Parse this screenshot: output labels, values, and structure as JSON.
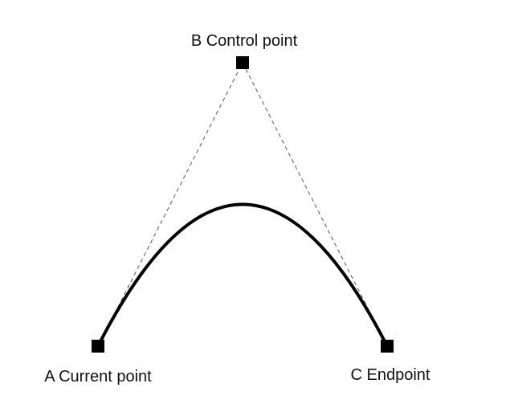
{
  "diagram": {
    "points": {
      "a": {
        "label": "A Current point"
      },
      "b": {
        "label": "B Control point"
      },
      "c": {
        "label": "C Endpoint"
      }
    },
    "colors": {
      "curve": "#000000",
      "guide": "#555555",
      "marker": "#000000",
      "background": "#ffffff"
    }
  }
}
